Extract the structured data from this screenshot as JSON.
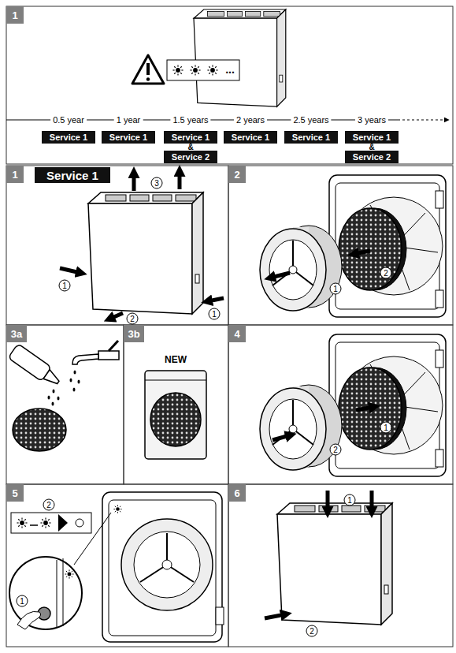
{
  "diagram": {
    "nodes": [
      {
        "text": [
          "1"
        ]
      },
      {
        "text": [
          "Service 1"
        ]
      },
      {
        "text": [
          "Service 1"
        ]
      },
      {
        "text": [
          "Service 1"
        ]
      },
      {
        "text": [
          "Service 2"
        ]
      },
      {
        "text": [
          "Service 1"
        ]
      },
      {
        "text": [
          "Service 1"
        ]
      },
      {
        "text": [
          "Service 1"
        ]
      },
      {
        "text": [
          "Service 2"
        ]
      },
      {
        "text": [
          "1"
        ]
      },
      {
        "text": [
          "Service 1"
        ]
      },
      {
        "text": [
          "2"
        ]
      },
      {
        "text": [
          "3a"
        ]
      },
      {
        "text": [
          "3b"
        ]
      },
      {
        "text": [
          "4"
        ]
      },
      {
        "text": [
          "5"
        ]
      },
      {
        "text": [
          "6"
        ]
      }
    ],
    "labels": [
      "...",
      "0.5 year",
      "1 year",
      "1.5 years",
      "2 years",
      "2.5 years",
      "3 years",
      "&",
      "&",
      "3",
      "1",
      "2",
      "1",
      "1",
      "2",
      "NEW",
      "1",
      "2",
      "2",
      "1",
      "1",
      "2"
    ]
  }
}
